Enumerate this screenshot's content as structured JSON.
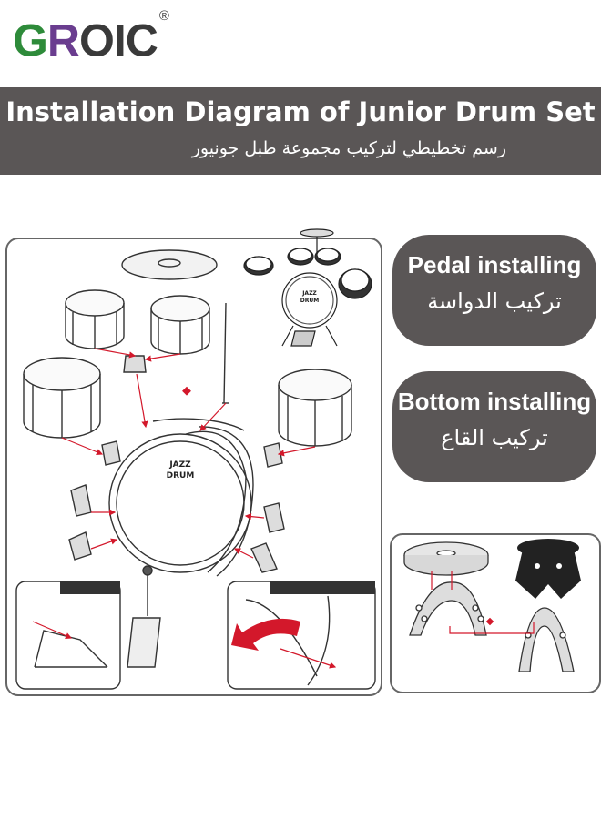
{
  "brand": {
    "name": "GROIC",
    "trademark": "®"
  },
  "banner": {
    "title": "Installation Diagram of Junior Drum Set",
    "subtitle": "رسم تخطيطي لتركيب مجموعة طبل جونيور",
    "swatch_colors": [
      "#1fa3e6",
      "#a98ed0",
      "#f0a894",
      "#d9d9d9"
    ]
  },
  "diagram": {
    "bass_drum_label_line1": "JAZZ",
    "bass_drum_label_line2": "DRUM"
  },
  "pedal_card": {
    "en": "Pedal installing",
    "ar": "تركيب الدواسة"
  },
  "bottom_card": {
    "en": "Bottom installing",
    "ar": "تركيب القاع"
  },
  "accent_color": "#d3182b"
}
